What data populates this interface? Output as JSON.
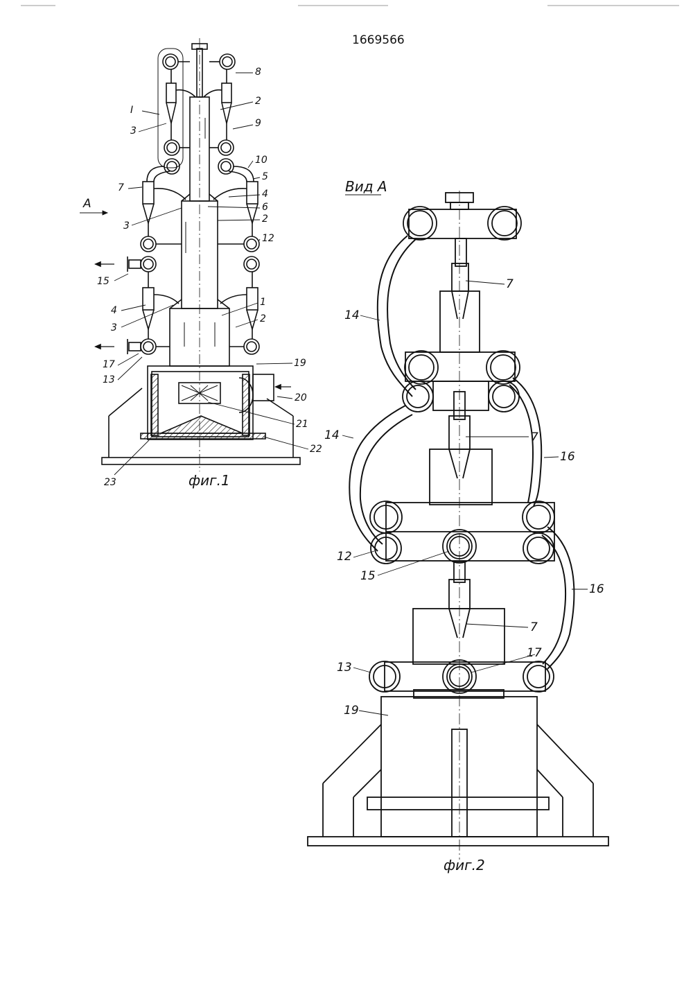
{
  "document": {
    "number": "1669566"
  },
  "fig1": {
    "caption": "фиг.1",
    "view_arrow": "A",
    "labels": {
      "l1": "1",
      "l2a": "2",
      "l2b": "2",
      "l2c": "2",
      "l3a": "3",
      "l3b": "3",
      "l3c": "3",
      "l4a": "4",
      "l4b": "4",
      "l5": "5",
      "l6": "6",
      "l7": "7",
      "l8": "8",
      "l9": "9",
      "l10": "10",
      "l12": "12",
      "l13": "13",
      "l15": "15",
      "l17": "17",
      "l19": "19",
      "l20": "20",
      "l21": "21",
      "l22": "22",
      "l23": "23",
      "lI": "I"
    }
  },
  "fig2": {
    "title": "Вид А",
    "caption": "фиг.2",
    "labels": {
      "l7a": "7",
      "l7b": "7",
      "l7c": "7",
      "l14a": "14",
      "l14b": "14",
      "l16a": "16",
      "l16b": "16",
      "l12": "12",
      "l13": "13",
      "l15": "15",
      "l17": "17",
      "l19": "19"
    }
  }
}
